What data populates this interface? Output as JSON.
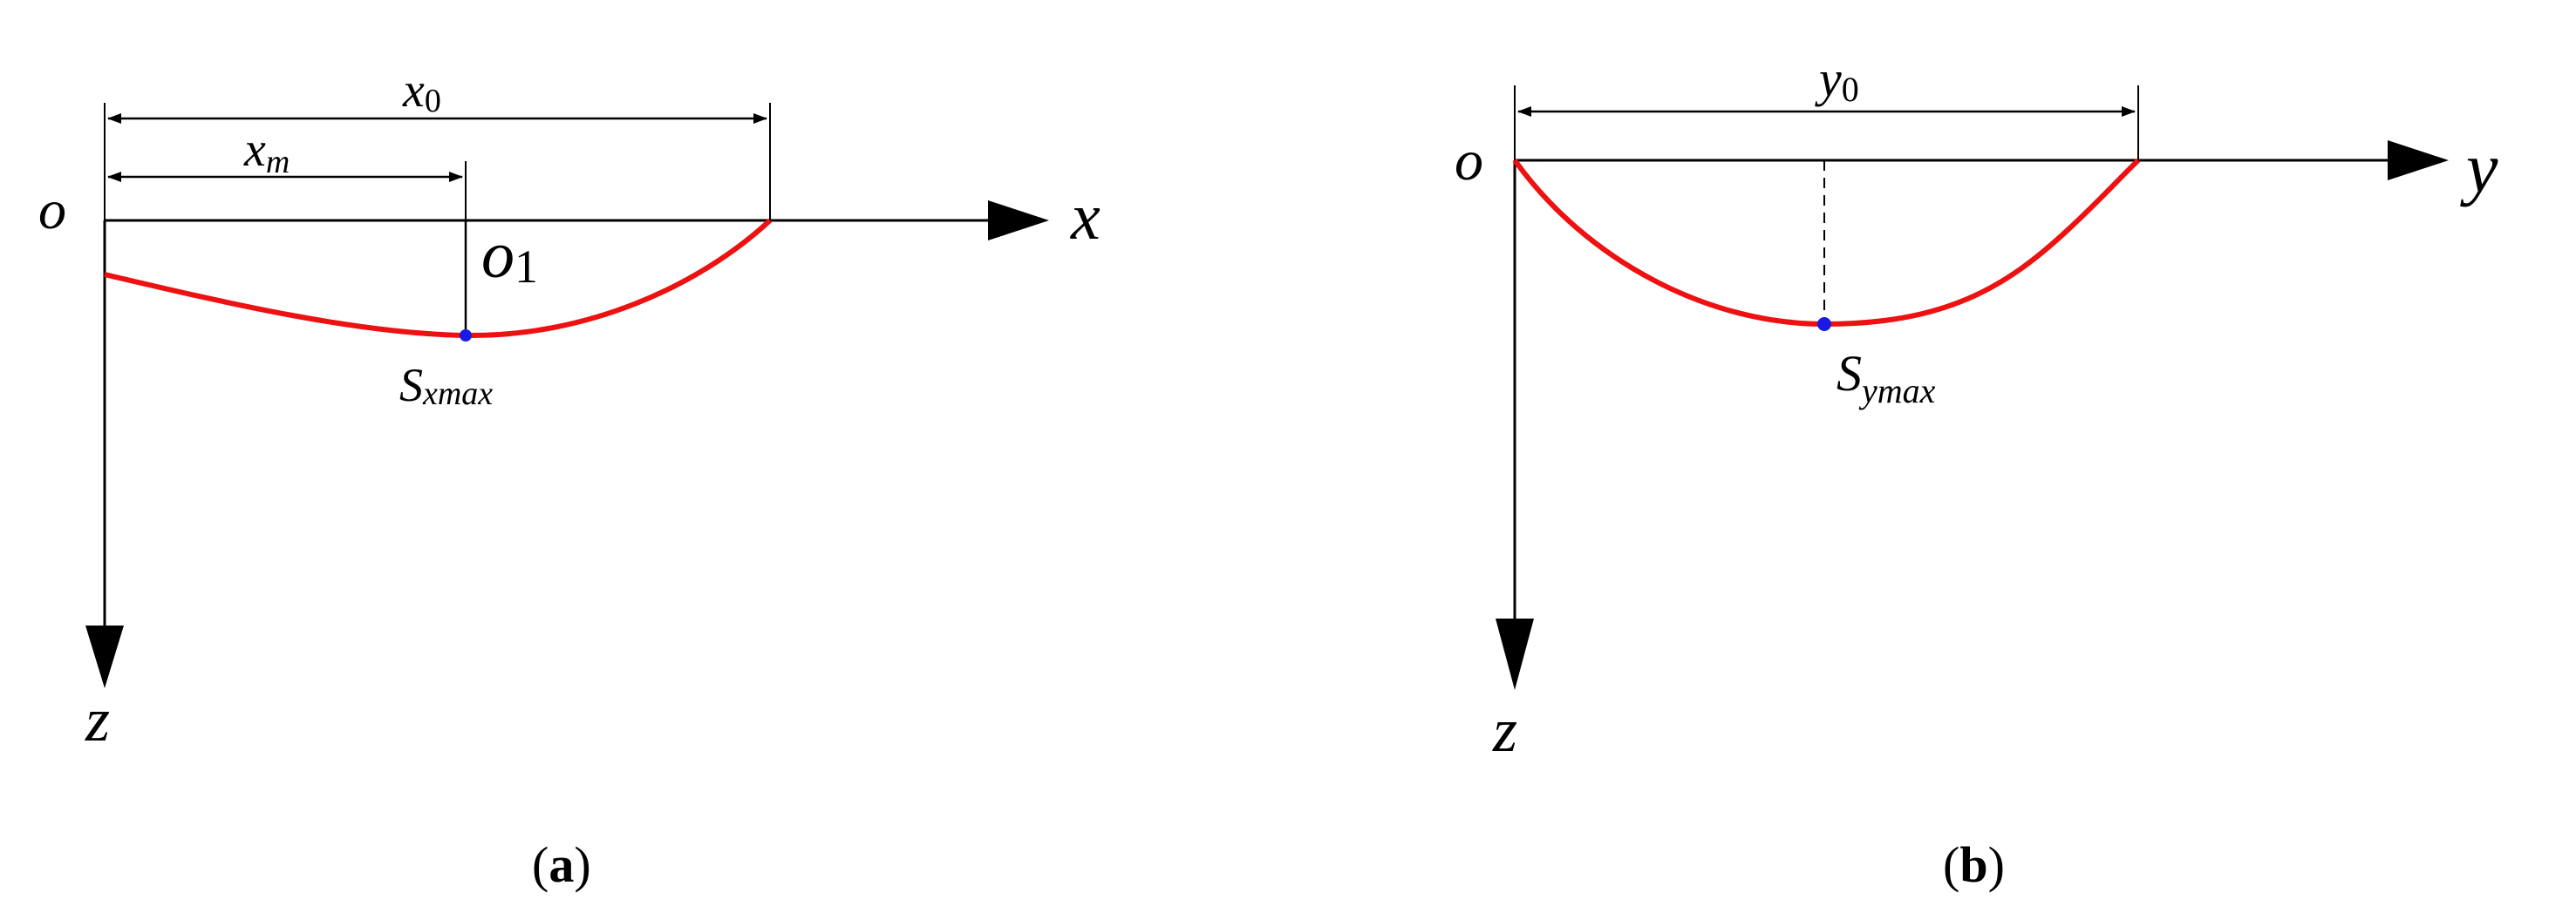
{
  "panel_a": {
    "origin": "o",
    "x_axis": "x",
    "z_axis": "z",
    "dim_total": {
      "base": "x",
      "sub": "0"
    },
    "dim_partial": {
      "base": "x",
      "sub": "m"
    },
    "o1": {
      "base": "o",
      "sub": "1"
    },
    "point": {
      "base": "S",
      "sub": "xmax"
    },
    "caption": {
      "open": "(",
      "letter": "a",
      "close": ")"
    }
  },
  "panel_b": {
    "origin": "o",
    "y_axis": "y",
    "z_axis": "z",
    "dim_total": {
      "base": "y",
      "sub": "0"
    },
    "point": {
      "base": "S",
      "sub": "ymax"
    },
    "caption": {
      "open": "(",
      "letter": "b",
      "close": ")"
    }
  },
  "colors": {
    "curve": "#ee1111",
    "point": "#1a1ae6",
    "lines": "#000000"
  }
}
